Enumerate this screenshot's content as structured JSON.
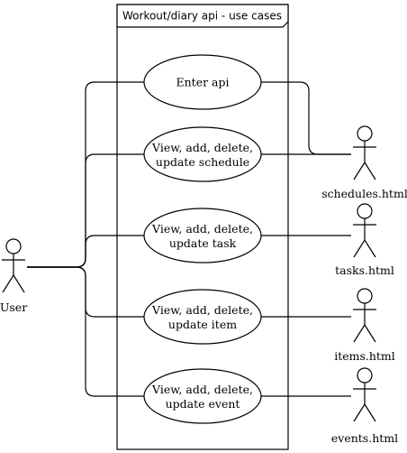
{
  "title": "Workout/diary api - use cases",
  "actors": {
    "user": "User",
    "schedules": "schedules.html",
    "tasks": "tasks.html",
    "items": "items.html",
    "events": "events.html"
  },
  "use_cases": {
    "enter_api": {
      "line1": "Enter api"
    },
    "schedule": {
      "line1": "View, add, delete,",
      "line2": "update schedule"
    },
    "task": {
      "line1": "View, add, delete,",
      "line2": "update task"
    },
    "item": {
      "line1": "View, add, delete,",
      "line2": "update item"
    },
    "event": {
      "line1": "View, add, delete,",
      "line2": "update event"
    }
  }
}
